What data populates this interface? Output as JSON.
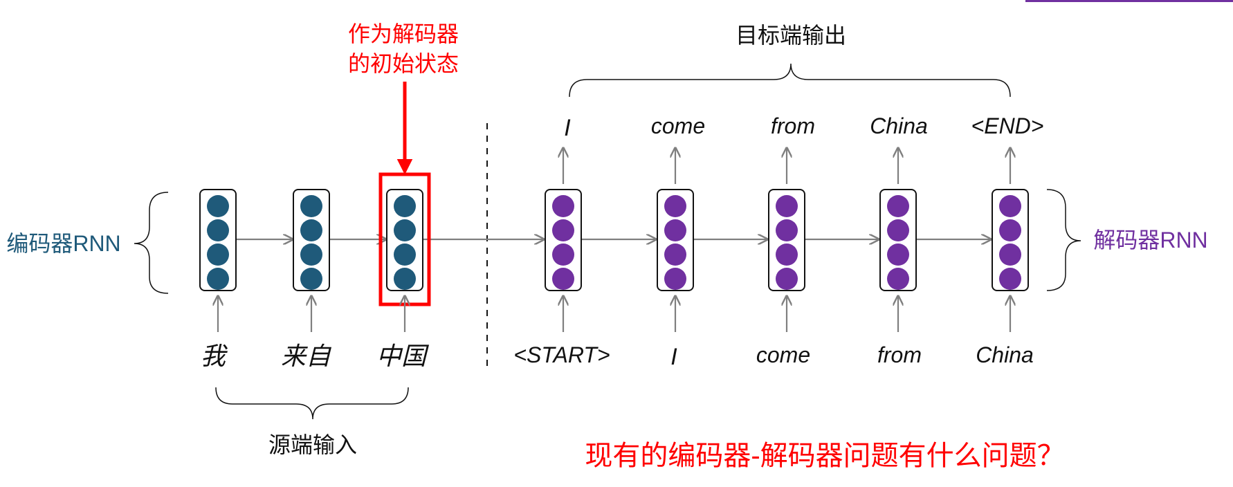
{
  "annotation": {
    "init_state": [
      "作为解码器",
      "的初始状态"
    ],
    "color": "#ff0000"
  },
  "labels": {
    "target_output": "目标端输出",
    "source_input": "源端输入",
    "encoder_rnn": "编码器RNN",
    "decoder_rnn": "解码器RNN",
    "question": "现有的编码器-解码器问题有什么问题？"
  },
  "encoder": {
    "inputs": [
      "我",
      "来自",
      "中国"
    ],
    "color": "#1f5a7a",
    "label_color": "#1f5a7a"
  },
  "decoder": {
    "inputs": [
      "<START>",
      "I",
      "come",
      "from",
      "China"
    ],
    "outputs": [
      "I",
      "come",
      "from",
      "China",
      "<END>"
    ],
    "color": "#7030a0",
    "label_color": "#7030a0"
  },
  "colors": {
    "arrow": "#7f7f7f",
    "highlight_box": "#ff0000",
    "question": "#ff0000",
    "accent_line": "#7030a0"
  }
}
